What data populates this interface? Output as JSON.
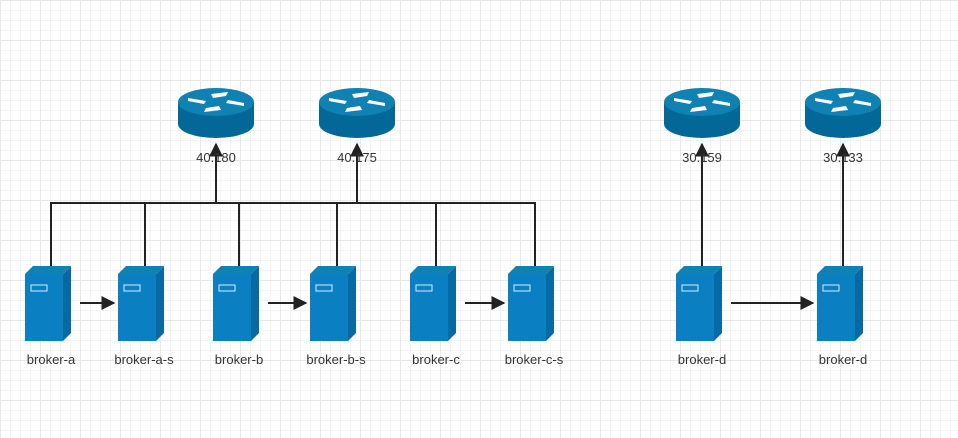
{
  "colors": {
    "router_side": "#036897",
    "router_top": "#0f82b3",
    "server_face": "#0a7fc1",
    "server_side": "#076aa3",
    "connector": "#222222"
  },
  "routers": [
    {
      "label": "40.180",
      "icon": "router-icon"
    },
    {
      "label": "40.175",
      "icon": "router-icon"
    },
    {
      "label": "30.159",
      "icon": "router-icon"
    },
    {
      "label": "30.133",
      "icon": "router-icon"
    }
  ],
  "brokers": [
    {
      "label": "broker-a",
      "icon": "server-icon"
    },
    {
      "label": "broker-a-s",
      "icon": "server-icon"
    },
    {
      "label": "broker-b",
      "icon": "server-icon"
    },
    {
      "label": "broker-b-s",
      "icon": "server-icon"
    },
    {
      "label": "broker-c",
      "icon": "server-icon"
    },
    {
      "label": "broker-c-s",
      "icon": "server-icon"
    },
    {
      "label": "broker-d",
      "icon": "server-icon"
    },
    {
      "label": "broker-d",
      "icon": "server-icon"
    }
  ]
}
